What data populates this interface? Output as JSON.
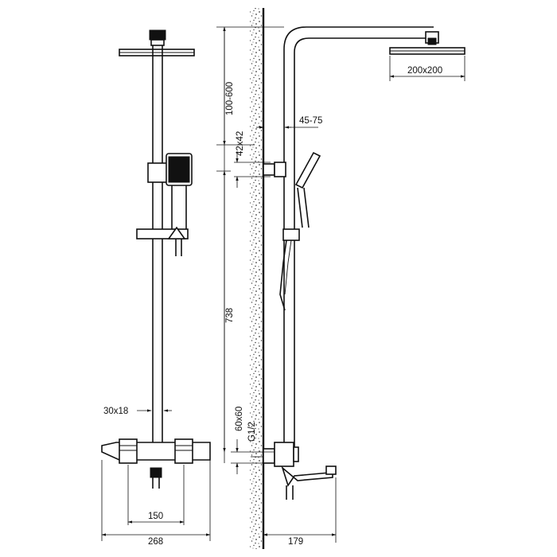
{
  "colors": {
    "line": "#111111",
    "background": "#ffffff",
    "wall": "#555555"
  },
  "dimensions": {
    "head_size": "200x200",
    "arm_drop": "100-600",
    "wall_offset": "45-75",
    "bracket_size": "42x42",
    "rail_height": "738",
    "rail_section": "30x18",
    "mixer_size": "60x60",
    "thread": "G1/2",
    "inlet_spacing": "150",
    "mixer_width": "268",
    "spout_projection": "179"
  }
}
